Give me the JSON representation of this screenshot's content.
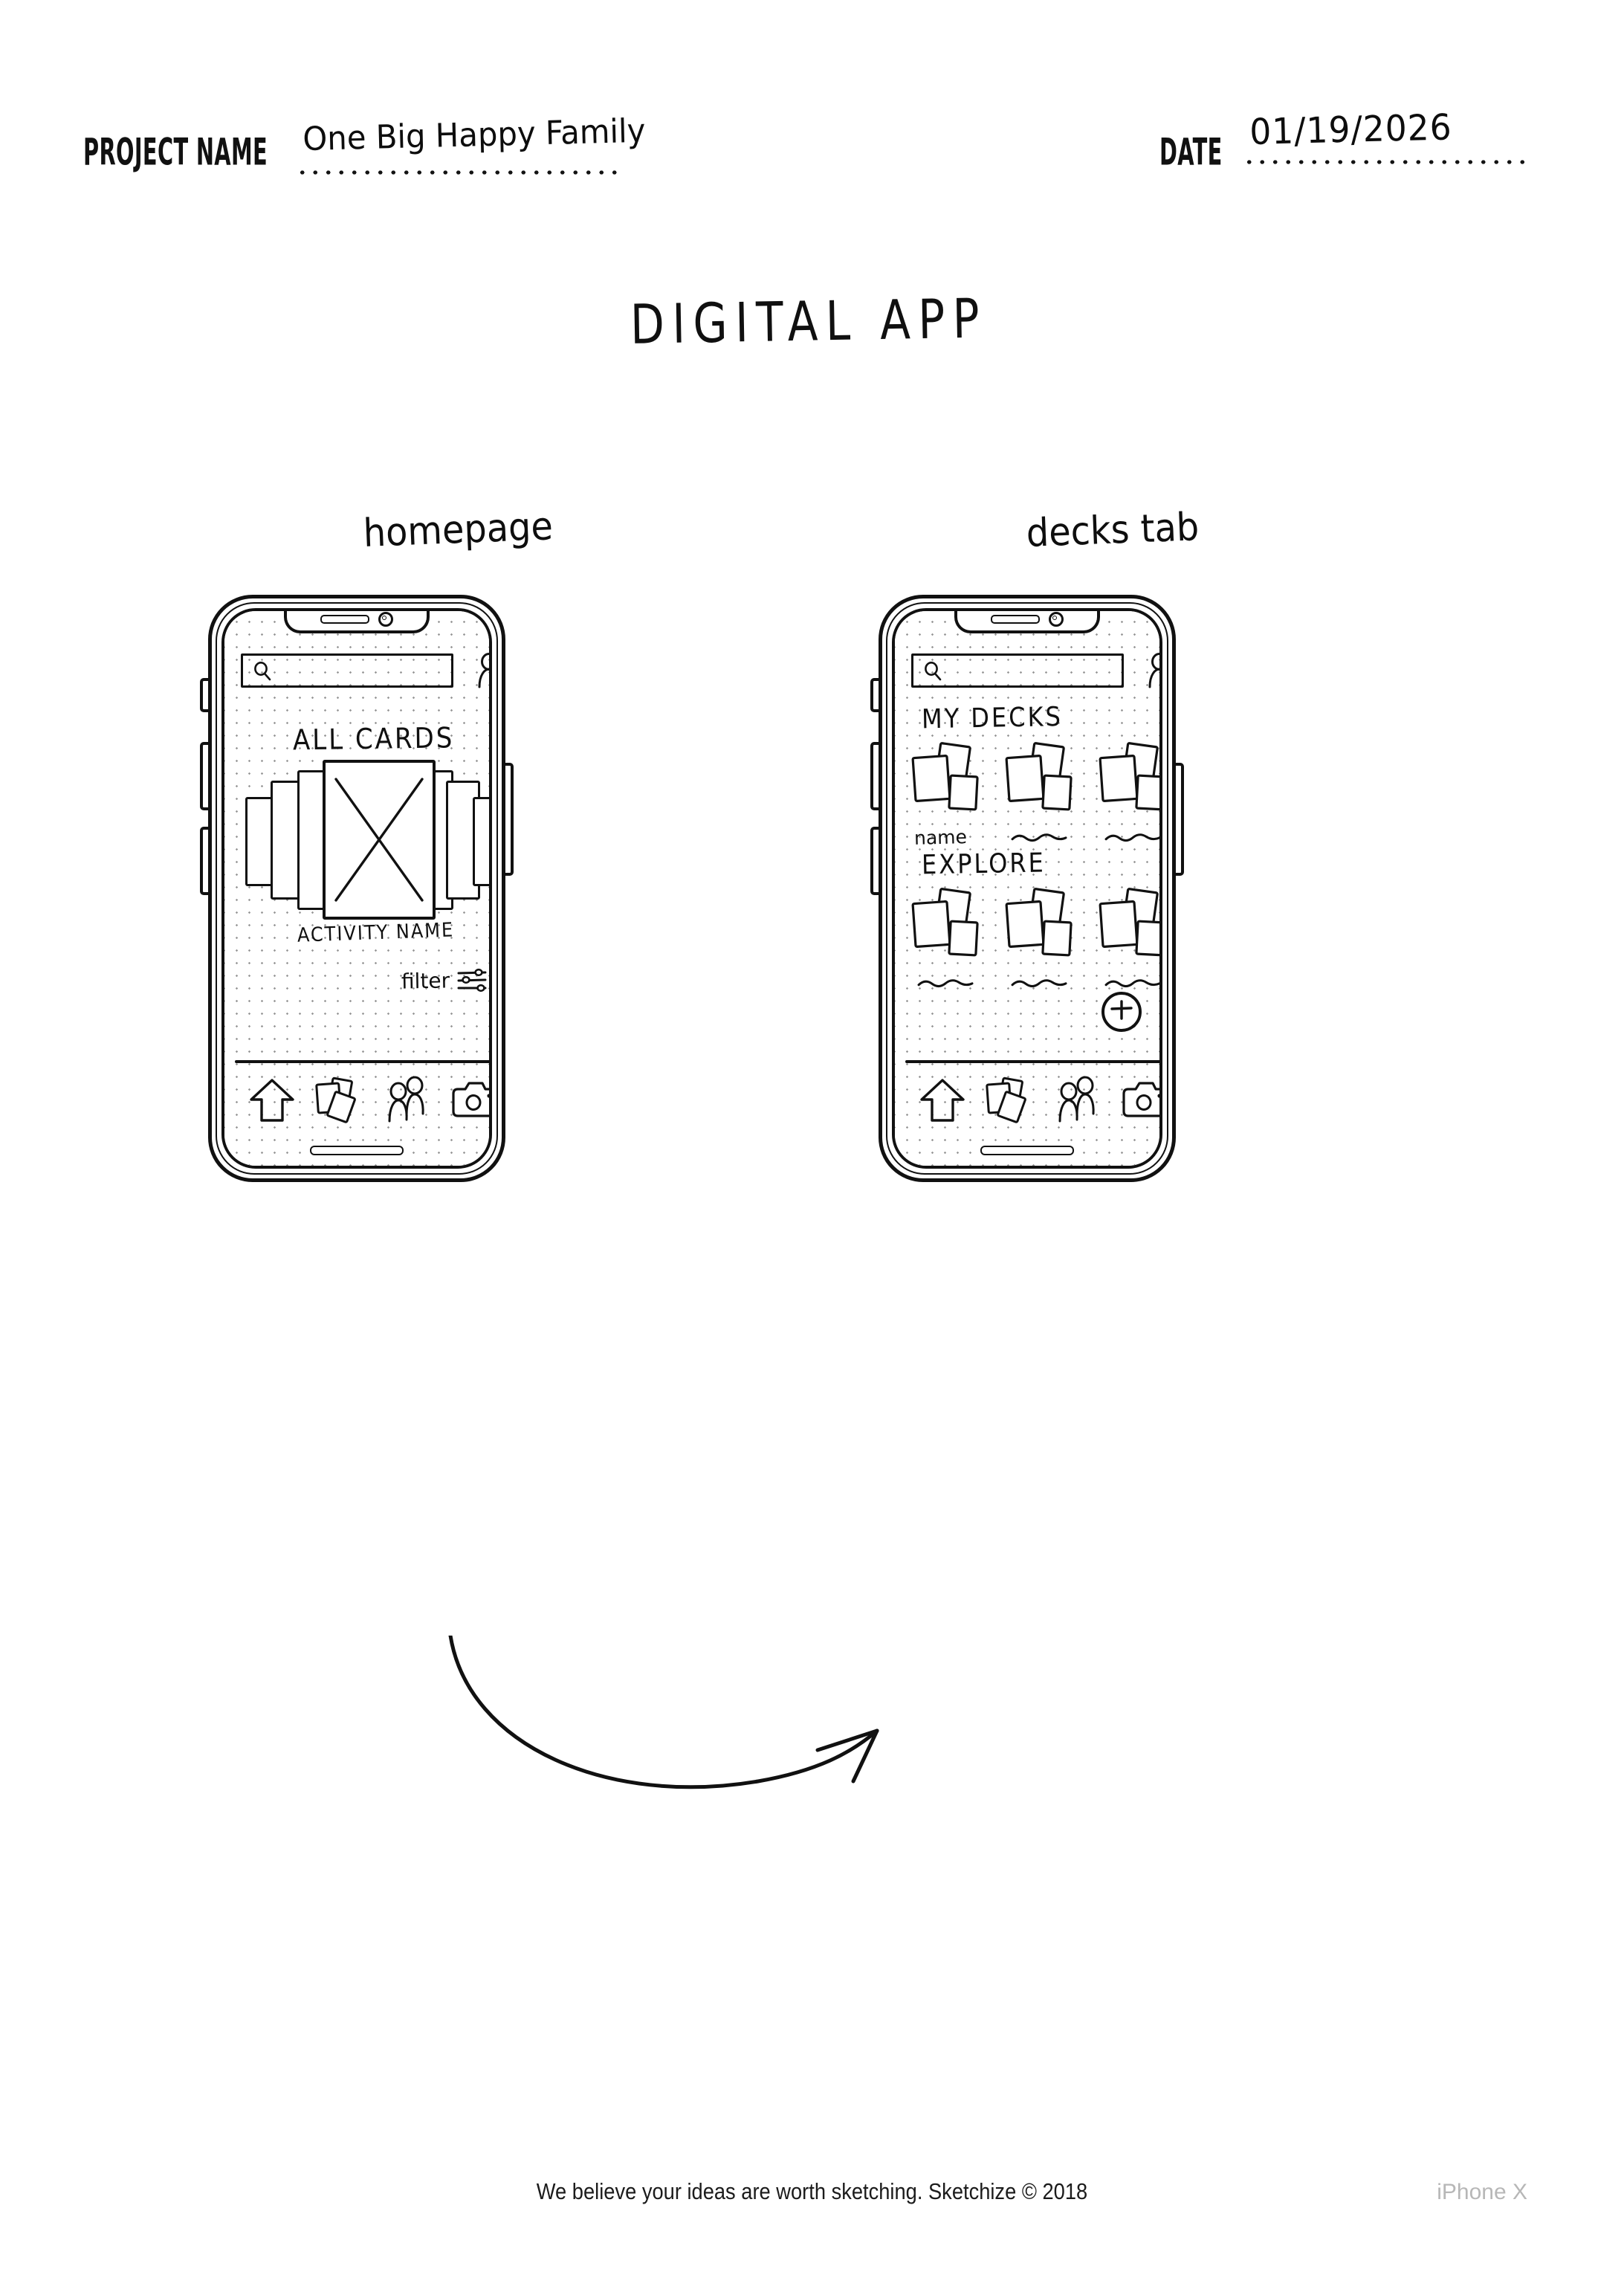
{
  "header": {
    "project_label": "PROJECT NAME",
    "project_value": "One Big Happy Family",
    "date_label": "DATE",
    "date_value": "01/19/2026"
  },
  "title": "DIGITAL APP",
  "screens": [
    {
      "caption": "homepage",
      "device": "iPhone X",
      "search": {
        "placeholder": "",
        "value": "",
        "icon": "search-icon"
      },
      "profile_icon": "person-icon",
      "section_heading": "ALL CARDS",
      "card_label": "ACTIVITY NAME",
      "filter": {
        "label": "filter",
        "icon": "sliders-icon"
      },
      "nav": [
        {
          "name": "home",
          "icon": "home-icon"
        },
        {
          "name": "decks",
          "icon": "cards-icon"
        },
        {
          "name": "people",
          "icon": "people-icon"
        },
        {
          "name": "camera",
          "icon": "camera-icon"
        }
      ]
    },
    {
      "caption": "decks tab",
      "search": {
        "placeholder": "",
        "value": "",
        "icon": "search-icon"
      },
      "profile_icon": "person-icon",
      "sections": [
        {
          "heading": "MY DECKS",
          "decks": [
            {
              "label": "name",
              "label_type": "text"
            },
            {
              "label": "",
              "label_type": "squiggle"
            },
            {
              "label": "",
              "label_type": "squiggle"
            }
          ]
        },
        {
          "heading": "EXPLORE",
          "decks": [
            {
              "label": "",
              "label_type": "squiggle"
            },
            {
              "label": "",
              "label_type": "squiggle"
            },
            {
              "label": "",
              "label_type": "squiggle"
            }
          ]
        }
      ],
      "fab": {
        "label": "+",
        "name": "add-deck-button"
      },
      "nav": [
        {
          "name": "home",
          "icon": "home-icon"
        },
        {
          "name": "decks",
          "icon": "cards-icon"
        },
        {
          "name": "people",
          "icon": "people-icon"
        },
        {
          "name": "camera",
          "icon": "camera-icon"
        }
      ]
    }
  ],
  "footer": {
    "tagline": "We believe your ideas are worth sketching. Sketchize © 2018",
    "device_label": "iPhone X"
  },
  "colors": {
    "ink": "#111111",
    "dot_grid": "#9a9a9a",
    "muted": "#b7b7b7"
  }
}
